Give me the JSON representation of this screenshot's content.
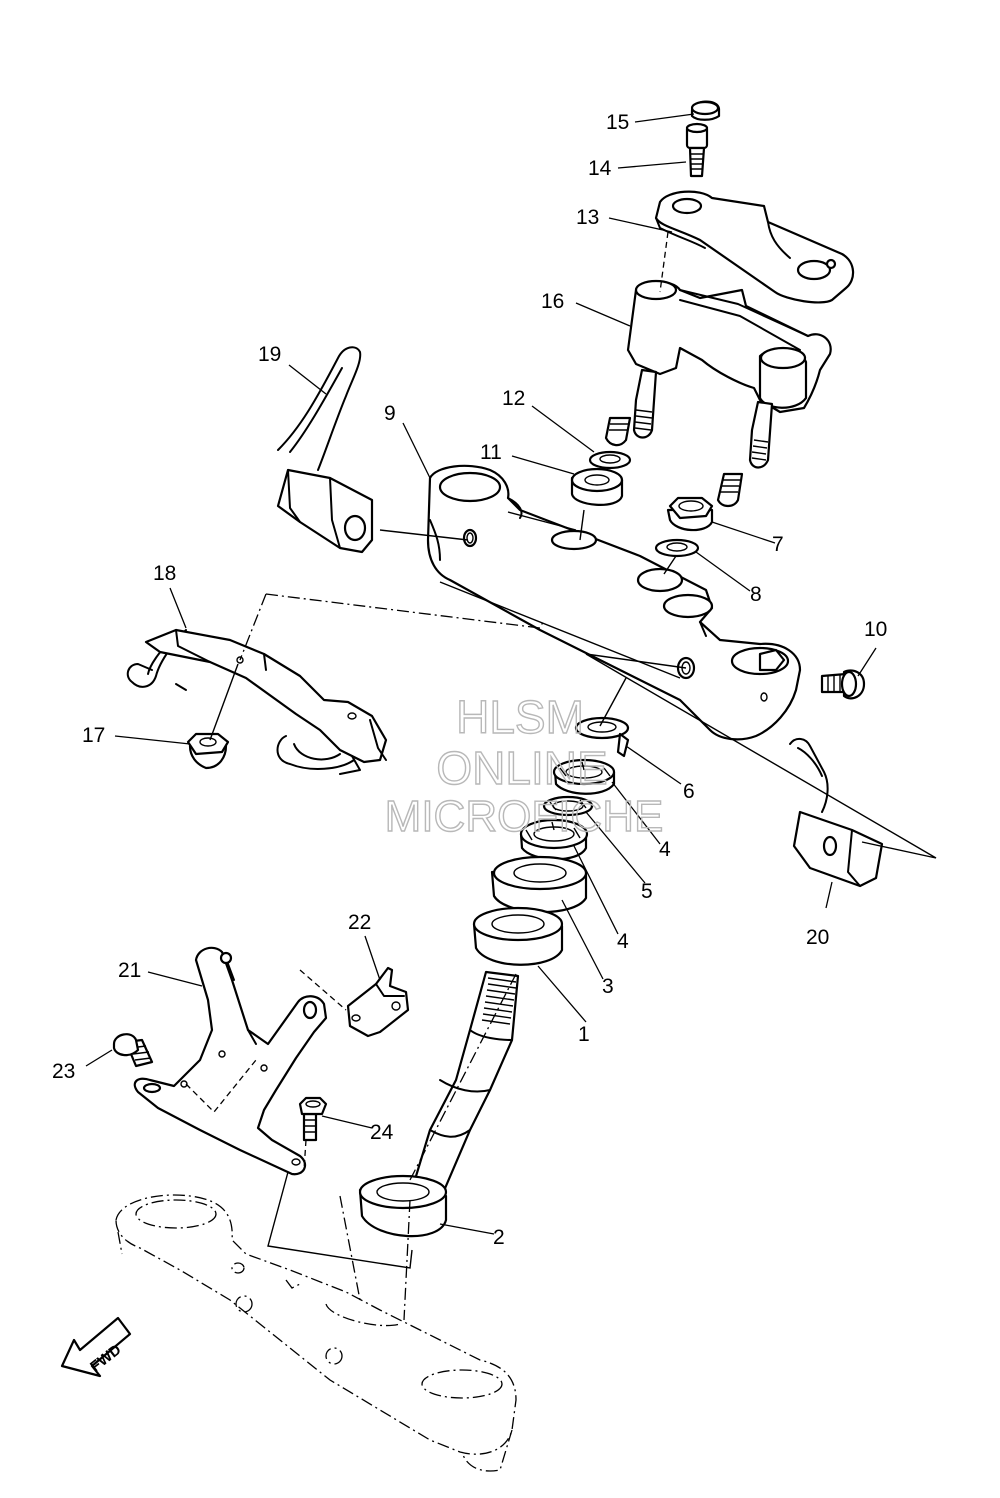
{
  "part_labels": [
    {
      "id": "1",
      "text": "1"
    },
    {
      "id": "2",
      "text": "2"
    },
    {
      "id": "3",
      "text": "3"
    },
    {
      "id": "4a",
      "text": "4"
    },
    {
      "id": "4b",
      "text": "4"
    },
    {
      "id": "5",
      "text": "5"
    },
    {
      "id": "6",
      "text": "6"
    },
    {
      "id": "7",
      "text": "7"
    },
    {
      "id": "8",
      "text": "8"
    },
    {
      "id": "9",
      "text": "9"
    },
    {
      "id": "10",
      "text": "10"
    },
    {
      "id": "11",
      "text": "11"
    },
    {
      "id": "12",
      "text": "12"
    },
    {
      "id": "13",
      "text": "13"
    },
    {
      "id": "14",
      "text": "14"
    },
    {
      "id": "15",
      "text": "15"
    },
    {
      "id": "16",
      "text": "16"
    },
    {
      "id": "17",
      "text": "17"
    },
    {
      "id": "18",
      "text": "18"
    },
    {
      "id": "19",
      "text": "19"
    },
    {
      "id": "20",
      "text": "20"
    },
    {
      "id": "21",
      "text": "21"
    },
    {
      "id": "22",
      "text": "22"
    },
    {
      "id": "23",
      "text": "23"
    },
    {
      "id": "24",
      "text": "24"
    }
  ],
  "watermark": {
    "line1": "HLSM",
    "line2": "ONLINE",
    "line3": "MICROFICHE"
  },
  "direction_marker": {
    "label": "FWD"
  }
}
